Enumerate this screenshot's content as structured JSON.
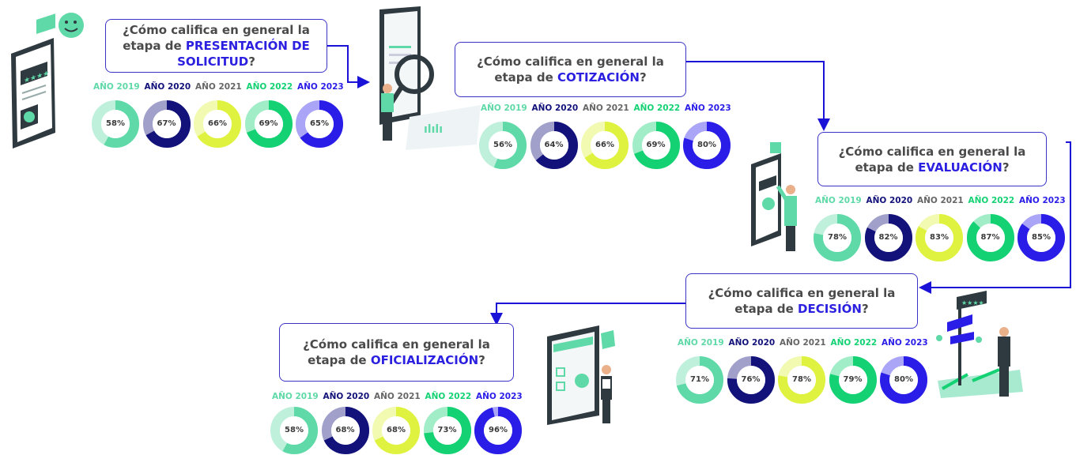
{
  "colors": {
    "c2019": "#5fd9a7",
    "c2020": "#12127a",
    "c2021": "#dff23f",
    "c2022": "#14d273",
    "c2023": "#2a1de8",
    "box_border": "#3b33c8",
    "highlight": "#2b1fe0",
    "arrow": "#1a12d6"
  },
  "chart_data": [
    {
      "type": "pie",
      "question_prefix": "¿Cómo califica en general la etapa de",
      "stage": "PRESENTACIÓN DE SOLICITUD",
      "question_suffix": "?",
      "categories": [
        "AÑO 2019",
        "AÑO 2020",
        "AÑO 2021",
        "AÑO 2022",
        "AÑO 2023"
      ],
      "values": [
        58,
        67,
        66,
        69,
        65
      ],
      "value_labels": [
        "58%",
        "67%",
        "66%",
        "69%",
        "65%"
      ]
    },
    {
      "type": "pie",
      "question_prefix": "¿Cómo califica en general la etapa de",
      "stage": "COTIZACIÓN",
      "question_suffix": "?",
      "categories": [
        "AÑO 2019",
        "AÑO 2020",
        "AÑO 2021",
        "AÑO 2022",
        "AÑO 2023"
      ],
      "values": [
        56,
        64,
        66,
        69,
        80
      ],
      "value_labels": [
        "56%",
        "64%",
        "66%",
        "69%",
        "80%"
      ]
    },
    {
      "type": "pie",
      "question_prefix": "¿Cómo califica en general la etapa de",
      "stage": "EVALUACIÓN",
      "question_suffix": "?",
      "categories": [
        "AÑO 2019",
        "AÑO 2020",
        "AÑO 2021",
        "AÑO 2022",
        "AÑO 2023"
      ],
      "values": [
        78,
        82,
        83,
        87,
        85
      ],
      "value_labels": [
        "78%",
        "82%",
        "83%",
        "87%",
        "85%"
      ]
    },
    {
      "type": "pie",
      "question_prefix": "¿Cómo califica en general la etapa de",
      "stage": "DECISIÓN",
      "question_suffix": "?",
      "categories": [
        "AÑO 2019",
        "AÑO 2020",
        "AÑO 2021",
        "AÑO 2022",
        "AÑO 2023"
      ],
      "values": [
        71,
        76,
        78,
        79,
        80
      ],
      "value_labels": [
        "71%",
        "76%",
        "78%",
        "79%",
        "80%"
      ]
    },
    {
      "type": "pie",
      "question_prefix": "¿Cómo califica en general la etapa de",
      "stage": "OFICIALIZACIÓN",
      "question_suffix": "?",
      "categories": [
        "AÑO 2019",
        "AÑO 2020",
        "AÑO 2021",
        "AÑO 2022",
        "AÑO 2023"
      ],
      "values": [
        58,
        68,
        68,
        73,
        96
      ],
      "value_labels": [
        "58%",
        "68%",
        "68%",
        "73%",
        "96%"
      ]
    }
  ]
}
